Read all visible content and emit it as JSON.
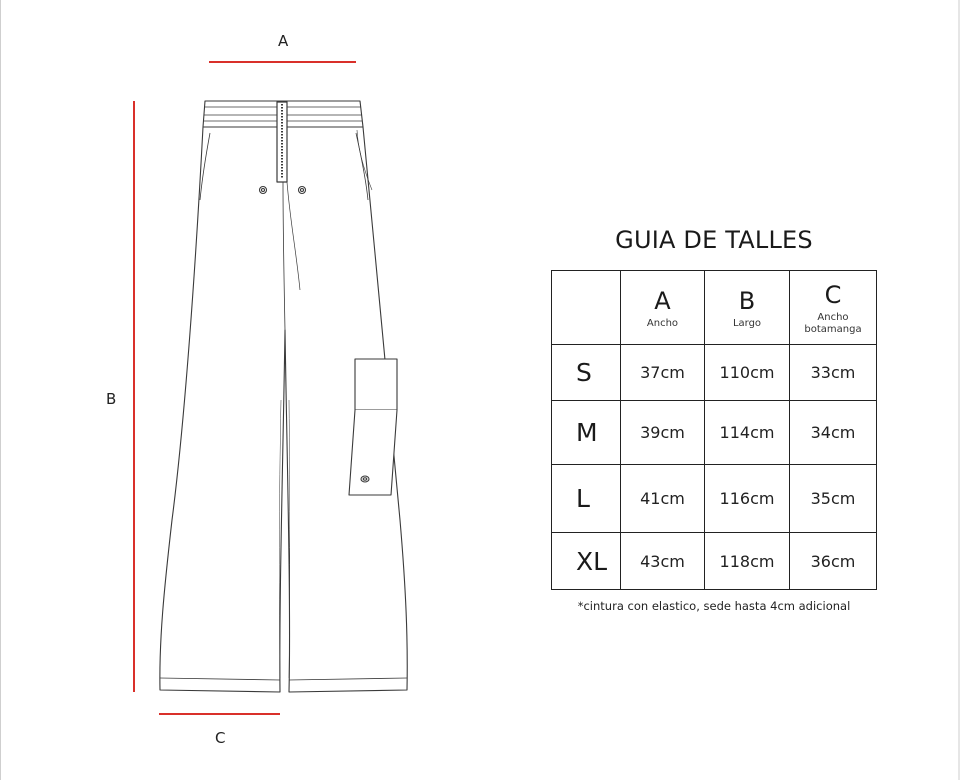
{
  "dimensions": {
    "a_label": "A",
    "b_label": "B",
    "c_label": "C"
  },
  "size_chart": {
    "title": "GUIA DE TALLES",
    "columns": [
      {
        "letter": "A",
        "name": "Ancho",
        "name2": ""
      },
      {
        "letter": "B",
        "name": "Largo",
        "name2": ""
      },
      {
        "letter": "C",
        "name": "Ancho",
        "name2": "botamanga"
      }
    ],
    "rows": [
      {
        "size": "S",
        "a": "37cm",
        "b": "110cm",
        "c": "33cm"
      },
      {
        "size": "M",
        "a": "39cm",
        "b": "114cm",
        "c": "34cm"
      },
      {
        "size": "L",
        "a": "41cm",
        "b": "116cm",
        "c": "35cm"
      },
      {
        "size": "XL",
        "a": "43cm",
        "b": "118cm",
        "c": "36cm"
      }
    ],
    "footnote": "*cintura con elastico, sede hasta 4cm adicional"
  },
  "colors": {
    "measure_line": "#d9302a",
    "outline": "#3a3a3a"
  }
}
